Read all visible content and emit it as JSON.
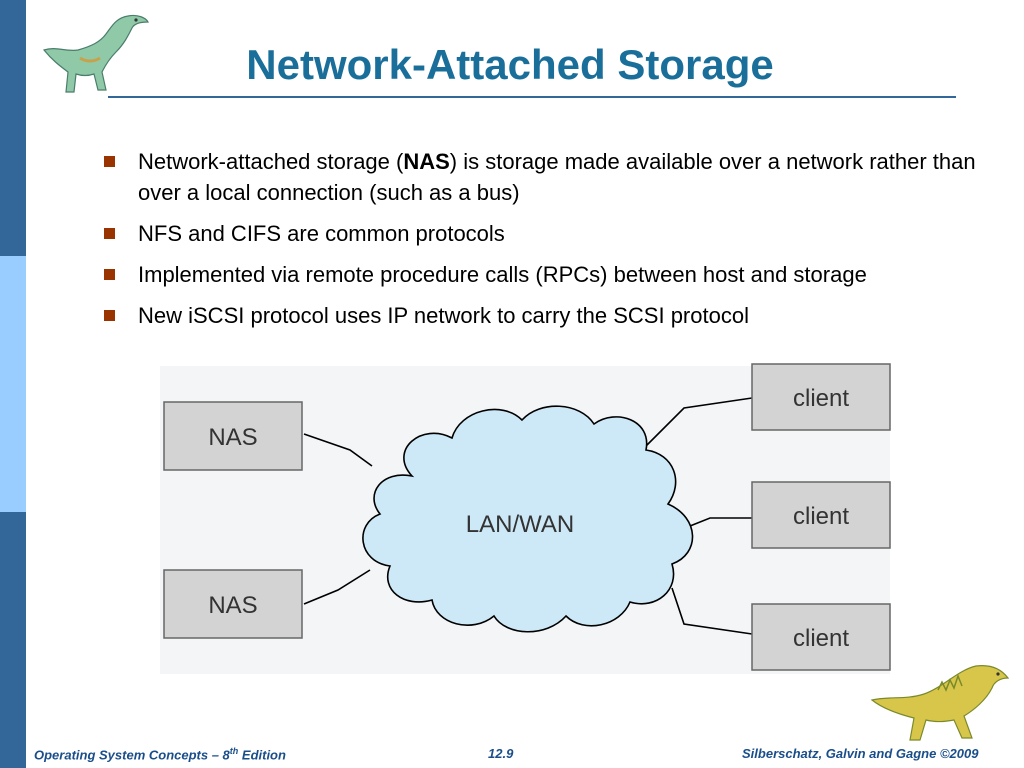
{
  "slide": {
    "title": "Network-Attached Storage"
  },
  "bullets": [
    {
      "pre": "Network-attached storage (",
      "bold": "NAS",
      "post": ") is storage made available over a network rather than over a local connection (such as a bus)"
    },
    {
      "pre": "NFS and CIFS are common protocols",
      "bold": "",
      "post": ""
    },
    {
      "pre": "Implemented via remote procedure calls (RPCs) between host and storage",
      "bold": "",
      "post": ""
    },
    {
      "pre": "New iSCSI protocol uses IP network to carry the SCSI protocol",
      "bold": "",
      "post": ""
    }
  ],
  "diagram": {
    "nas_boxes": [
      "NAS",
      "NAS"
    ],
    "clients": [
      "client",
      "client",
      "client"
    ],
    "network_label": "LAN/WAN",
    "colors": {
      "cloud_fill": "#cde9f7",
      "box_fill": "#d3d3d3"
    }
  },
  "footer": {
    "left_pre": "Operating System Concepts – 8",
    "left_sup": "th",
    "left_post": " Edition",
    "page": "12.9",
    "right": "Silberschatz, Galvin and Gagne ©2009"
  },
  "icons": [
    "dinosaur-icon",
    "dinosaur-icon"
  ],
  "colors": {
    "title": "#1a6e9a",
    "sidebar_dark": "#336699",
    "sidebar_light": "#99ccff",
    "bullet": "#993300"
  }
}
